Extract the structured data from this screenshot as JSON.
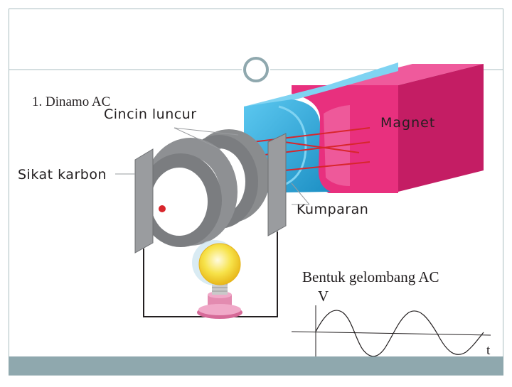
{
  "heading": "1. Dinamo AC",
  "labels": {
    "cincin_luncur": "Cincin luncur",
    "sikat_karbon": "Sikat karbon",
    "magnet": "Magnet",
    "kumparan": "Kumparan"
  },
  "waveform": {
    "title": "Bentuk gelombang AC",
    "y_axis": "V",
    "x_axis": "t"
  },
  "colors": {
    "magnet": "#e8307e",
    "magnet_dark": "#c41d64",
    "pole_blue": "#35b4e6",
    "pole_blue_dark": "#1c8fc4",
    "ring_gray": "#8a8c8e",
    "footer_bar": "#8fa8ae",
    "wire_red": "#d8262c",
    "lamp_yellow": "#f7e34a"
  }
}
